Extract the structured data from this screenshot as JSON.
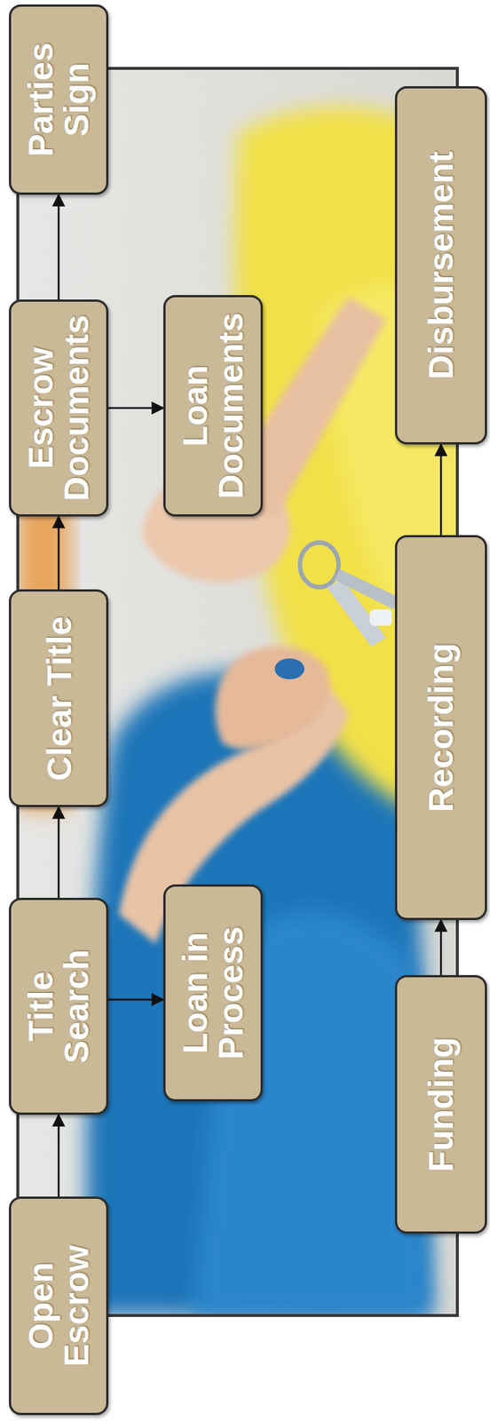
{
  "diagram": {
    "nodes": [
      {
        "text": [
          "Open Escrow"
        ]
      },
      {
        "text": [
          "Title Search"
        ]
      },
      {
        "text": [
          "Clear Title"
        ]
      },
      {
        "text": [
          "Escrow Documents"
        ]
      },
      {
        "text": [
          "Parties Sign"
        ]
      },
      {
        "text": [
          "Loan in Process"
        ]
      },
      {
        "text": [
          "Loan Documents"
        ]
      },
      {
        "text": [
          "Funding"
        ]
      },
      {
        "text": [
          "Recording"
        ]
      },
      {
        "text": [
          "Disbursement"
        ]
      }
    ],
    "edges": [
      {
        "from": 0,
        "to": 1,
        "arrow": "to"
      },
      {
        "from": 1,
        "to": 2,
        "arrow": "to"
      },
      {
        "from": 2,
        "to": 3,
        "arrow": "to"
      },
      {
        "from": 3,
        "to": 4,
        "arrow": "to"
      },
      {
        "from": 1,
        "to": 5,
        "arrow": "to"
      },
      {
        "from": 3,
        "to": 6,
        "arrow": "to"
      },
      {
        "from": 7,
        "to": 8,
        "arrow": "to"
      },
      {
        "from": 8,
        "to": 9,
        "arrow": "to"
      }
    ]
  }
}
